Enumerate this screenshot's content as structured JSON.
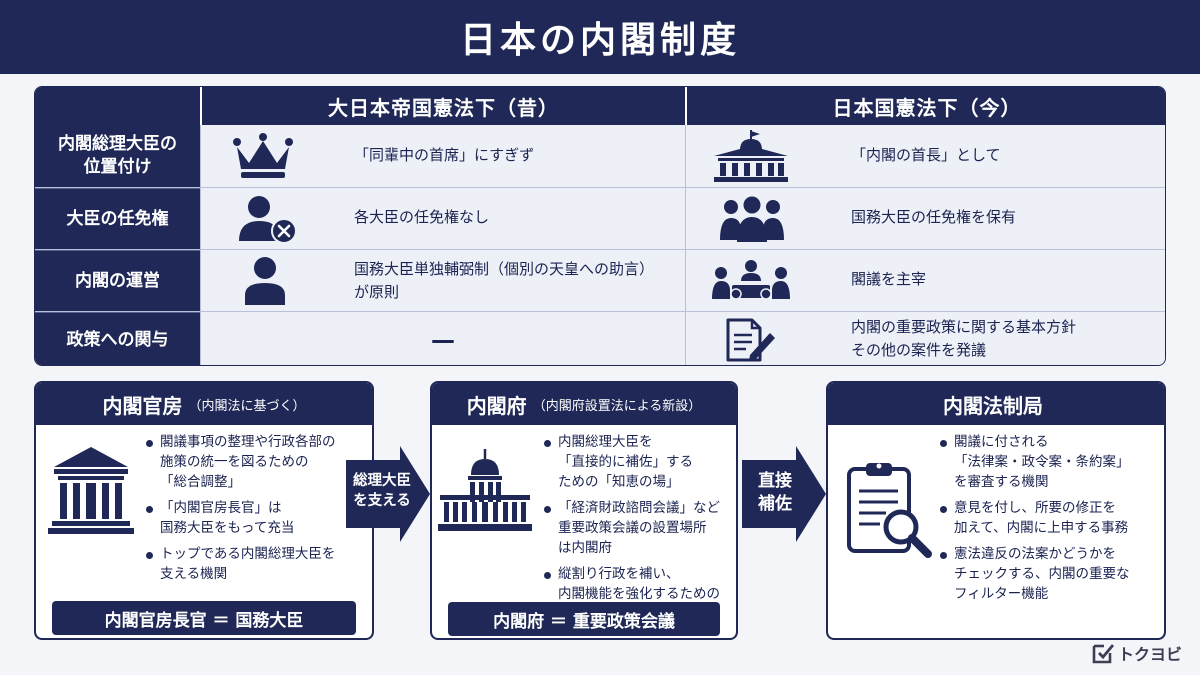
{
  "title": "日本の内閣制度",
  "table": {
    "col_old": "大日本帝国憲法下（昔）",
    "col_new": "日本国憲法下（今）",
    "rows": [
      {
        "label": "内閣総理大臣の\n位置付け",
        "old": "「同輩中の首席」にすぎず",
        "old_icon": "crown-icon",
        "new": "「内閣の首長」として",
        "new_icon": "government-building-icon"
      },
      {
        "label": "大臣の任免権",
        "old": "各大臣の任免権なし",
        "old_icon": "user-remove-icon",
        "new": "国務大臣の任免権を保有",
        "new_icon": "group-icon"
      },
      {
        "label": "内閣の運営",
        "old": "国務大臣単独輔弼制（個別の天皇への助言）\nが原則",
        "old_icon": "person-icon",
        "new": "閣議を主宰",
        "new_icon": "meeting-icon"
      },
      {
        "label": "政策への関与",
        "old": "—",
        "new": "内閣の重要政策に関する基本方針\nその他の案件を発議",
        "new_icon": "document-edit-icon"
      }
    ]
  },
  "panels": [
    {
      "title": "内閣官房",
      "subtitle": "（内閣法に基づく）",
      "icon": "building-icon",
      "bullets": [
        "閣議事項の整理や行政各部の\n施策の統一を図るための\n「総合調整」",
        "「内閣官房長官」は\n国務大臣をもって充当",
        "トップである内閣総理大臣を\n支える機関"
      ],
      "footer": "内閣官房長官 ＝ 国務大臣"
    },
    {
      "title": "内閣府",
      "subtitle": "（内閣府設置法による新設）",
      "icon": "capitol-icon",
      "bullets": [
        "内閣総理大臣を\n「直接的に補佐」する\nための「知恵の場」",
        "「経済財政諮問会議」など\n重要政策会議の設置場所\nは内閣府",
        "縦割り行政を補い、\n内閣機能を強化するための\n組織"
      ],
      "footer": "内閣府 ＝ 重要政策会議"
    },
    {
      "title": "内閣法制局",
      "subtitle": "",
      "icon": "clipboard-search-icon",
      "bullets": [
        "閣議に付される\n「法律案・政令案・条約案」\nを審査する機関",
        "意見を付し、所要の修正を\n加えて、内閣に上申する事務",
        "憲法違反の法案かどうかを\nチェックする、内閣の重要な\nフィルター機能"
      ],
      "footer": ""
    }
  ],
  "arrows": [
    {
      "text": "総理大臣\nを支える"
    },
    {
      "text": "直接\n補佐"
    }
  ],
  "logo": {
    "text": "トクヨビ",
    "icon": "check-box-icon"
  },
  "colors": {
    "navy": "#1f2856",
    "light": "#eef0f8",
    "border": "#b9c0d8"
  }
}
